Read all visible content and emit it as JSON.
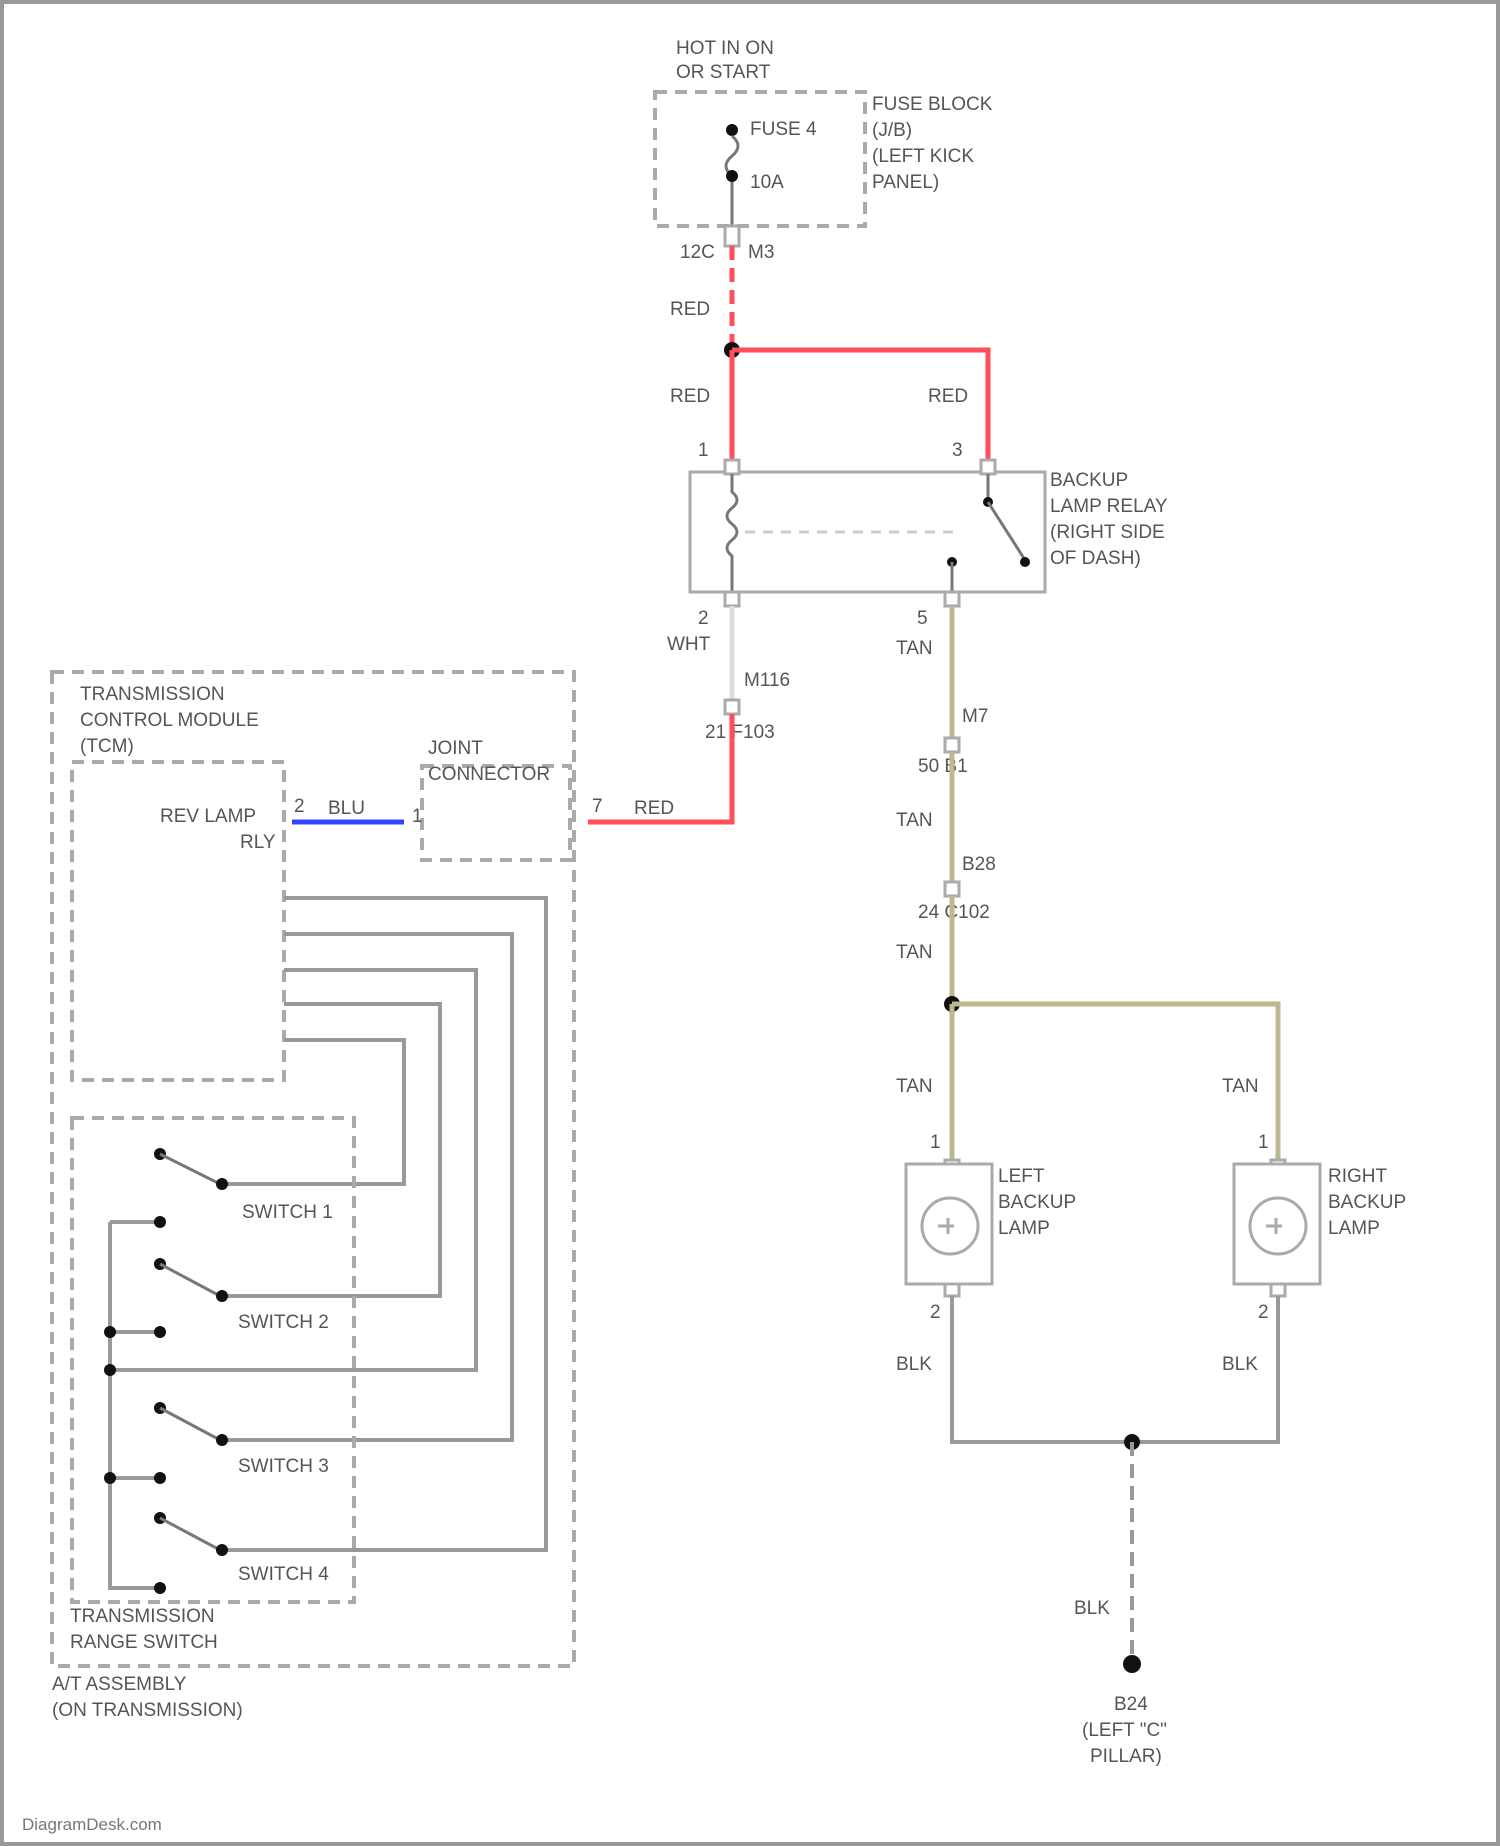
{
  "colors": {
    "red": "#ff4d5a",
    "tan": "#bdb88f",
    "blue": "#3344ff",
    "gray": "#999999",
    "black": "#111111",
    "white_wire": "#dddddd"
  },
  "power": {
    "line1": "HOT IN ON",
    "line2": "OR START"
  },
  "fuse_block": {
    "fuse_name": "FUSE 4",
    "fuse_rating": "10A",
    "label": [
      "FUSE BLOCK",
      "(J/B)",
      "(LEFT KICK",
      "PANEL)"
    ],
    "conn_left": "12C",
    "conn_right": "M3"
  },
  "wires": {
    "red_1": "RED",
    "red_2": "RED",
    "red_3": "RED",
    "red_4": "RED",
    "wht": "WHT",
    "blu": "BLU",
    "tan_1": "TAN",
    "tan_2": "TAN",
    "tan_3": "TAN",
    "tan_4": "TAN",
    "tan_5": "TAN",
    "blk_1": "BLK",
    "blk_2": "BLK",
    "blk_3": "BLK"
  },
  "relay": {
    "label": [
      "BACKUP",
      "LAMP RELAY",
      "(RIGHT SIDE",
      "OF DASH)"
    ],
    "pin1": "1",
    "pin2": "2",
    "pin3": "3",
    "pin5": "5"
  },
  "connectors": {
    "m116": "M116",
    "f103": "21 F103",
    "m7": "M7",
    "m7_pins": "50  B1",
    "b28": "B28",
    "c102": "24  C102"
  },
  "tcm": {
    "label": [
      "TRANSMISSION",
      "CONTROL MODULE",
      "(TCM)"
    ],
    "rev_lamp": [
      "REV LAMP",
      "RLY"
    ],
    "pin2": "2",
    "joint": [
      "JOINT",
      "CONNECTOR"
    ],
    "joint_pin1": "1",
    "pin7": "7"
  },
  "switches": {
    "s1": "SWITCH 1",
    "s2": "SWITCH 2",
    "s3": "SWITCH 3",
    "s4": "SWITCH 4",
    "range_label": [
      "TRANSMISSION",
      "RANGE SWITCH"
    ],
    "assembly_label": [
      "A/T ASSEMBLY",
      "(ON TRANSMISSION)"
    ]
  },
  "lamps": {
    "left": [
      "LEFT",
      "BACKUP",
      "LAMP"
    ],
    "right": [
      "RIGHT",
      "BACKUP",
      "LAMP"
    ],
    "pin1": "1",
    "pin2": "2"
  },
  "ground": {
    "label": [
      "B24",
      "(LEFT \"C\"",
      "PILLAR)"
    ]
  },
  "watermark": "DiagramDesk.com"
}
